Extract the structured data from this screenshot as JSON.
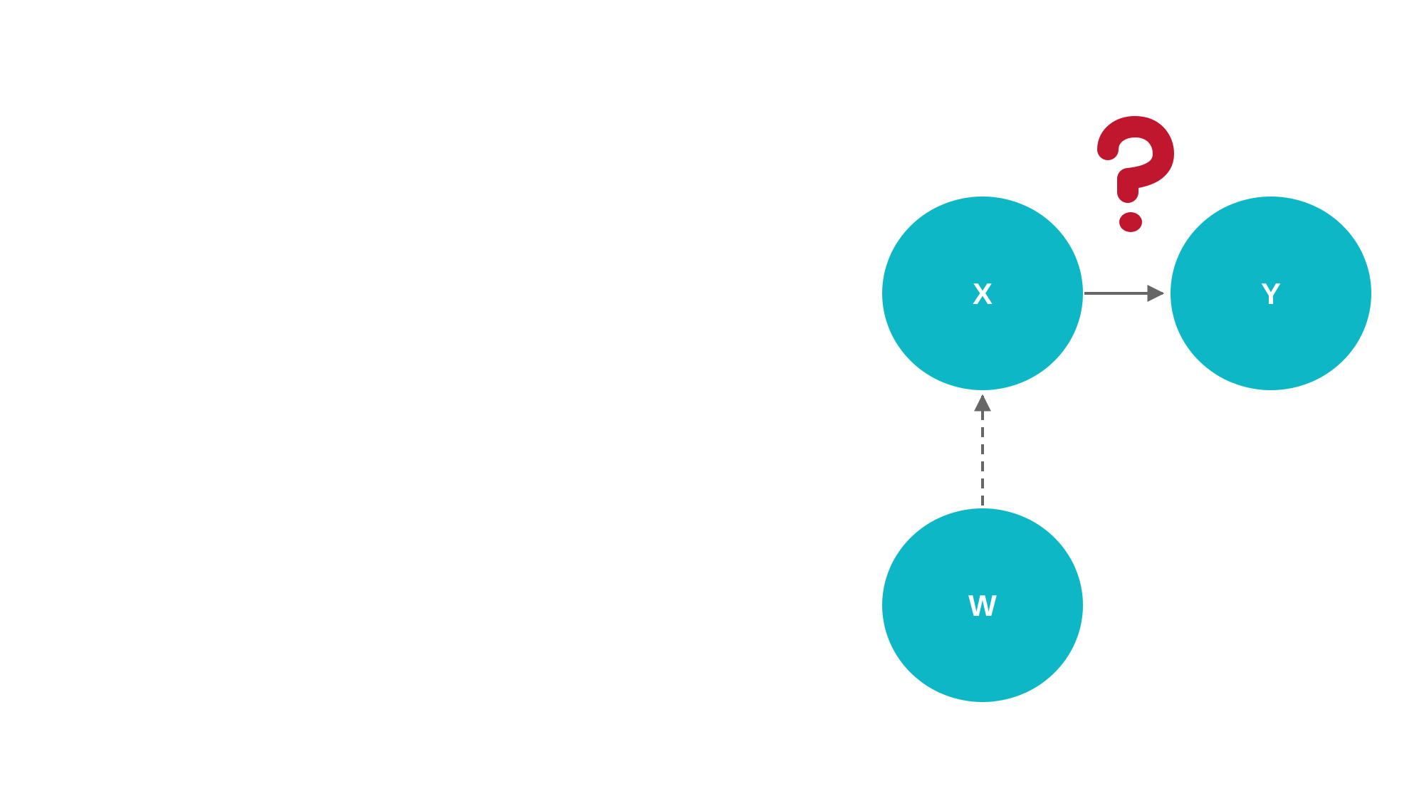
{
  "colors": {
    "node_fill": "#0db7c6",
    "node_text": "#ffffff",
    "arrow": "#666666",
    "question_mark": "#c0172f",
    "background": "#ffffff"
  },
  "nodes": {
    "x": {
      "label": "X"
    },
    "y": {
      "label": "Y"
    },
    "w": {
      "label": "W"
    }
  },
  "edges": [
    {
      "from": "X",
      "to": "Y",
      "style": "solid"
    },
    {
      "from": "W",
      "to": "X",
      "style": "dashed"
    }
  ],
  "annotation": {
    "icon": "question-mark-icon"
  }
}
